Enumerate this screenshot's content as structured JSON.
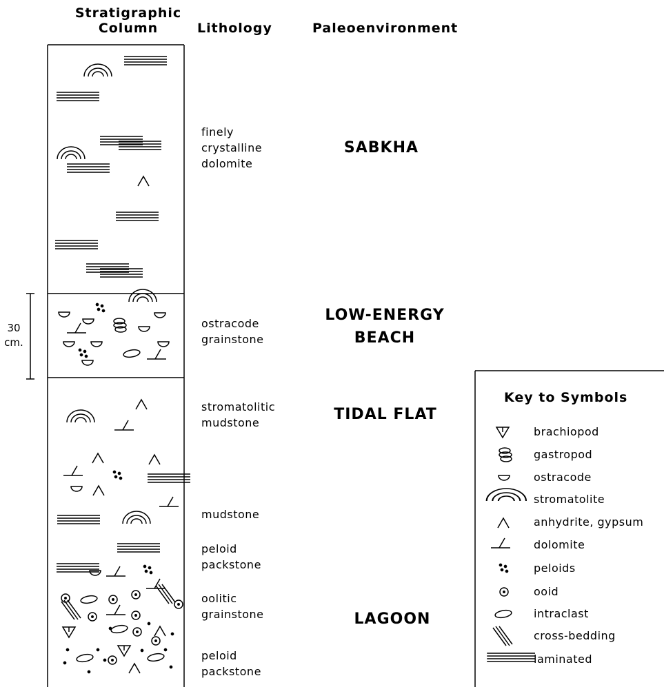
{
  "headers": {
    "column_line1": "Stratigraphic",
    "column_line2": "Column",
    "lithology": "Lithology",
    "paleoenvironment": "Paleoenvironment"
  },
  "scale": {
    "value": "30",
    "unit": "cm."
  },
  "lithology": [
    {
      "lines": [
        "finely",
        "crystalline",
        "dolomite"
      ]
    },
    {
      "lines": [
        "ostracode",
        "grainstone"
      ]
    },
    {
      "lines": [
        "stromatolitic",
        "mudstone"
      ]
    },
    {
      "lines": [
        "mudstone"
      ]
    },
    {
      "lines": [
        "peloid",
        "packstone"
      ]
    },
    {
      "lines": [
        "oolitic",
        "grainstone"
      ]
    },
    {
      "lines": [
        "peloid",
        "packstone"
      ]
    }
  ],
  "environments": [
    {
      "lines": [
        "SABKHA"
      ]
    },
    {
      "lines": [
        "LOW-ENERGY",
        "BEACH"
      ]
    },
    {
      "lines": [
        "TIDAL FLAT"
      ]
    },
    {
      "lines": [
        "LAGOON"
      ]
    }
  ],
  "key": {
    "title": "Key to Symbols",
    "items": [
      {
        "symbol": "brachiopod-icon",
        "label": "brachiopod"
      },
      {
        "symbol": "gastropod-icon",
        "label": "gastropod"
      },
      {
        "symbol": "ostracode-icon",
        "label": "ostracode"
      },
      {
        "symbol": "stromatolite-icon",
        "label": "stromatolite"
      },
      {
        "symbol": "anhydrite-icon",
        "label": "anhydrite, gypsum"
      },
      {
        "symbol": "dolomite-icon",
        "label": "dolomite"
      },
      {
        "symbol": "peloids-icon",
        "label": "peloids"
      },
      {
        "symbol": "ooid-icon",
        "label": "ooid"
      },
      {
        "symbol": "intraclast-icon",
        "label": "intraclast"
      },
      {
        "symbol": "cross-bedding-icon",
        "label": "cross-bedding"
      },
      {
        "symbol": "laminated-icon",
        "label": "laminated"
      }
    ]
  }
}
